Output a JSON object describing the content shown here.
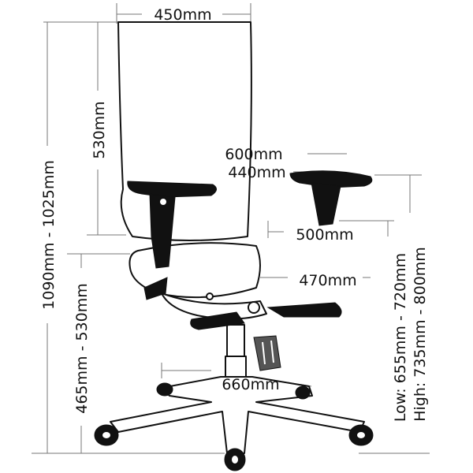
{
  "dimensions": {
    "seat_width": "450mm",
    "backrest_height": "530mm",
    "arm_outer_width": "600mm",
    "arm_inner_width": "440mm",
    "seat_depth": "500mm",
    "seat_width_front": "470mm",
    "base_diameter": "660mm",
    "total_height": "1090mm - 1025mm",
    "seat_height": "465mm - 530mm",
    "arm_height_low": "Low: 655mm - 720mm",
    "arm_height_high": "High: 735mm - 800mm"
  }
}
